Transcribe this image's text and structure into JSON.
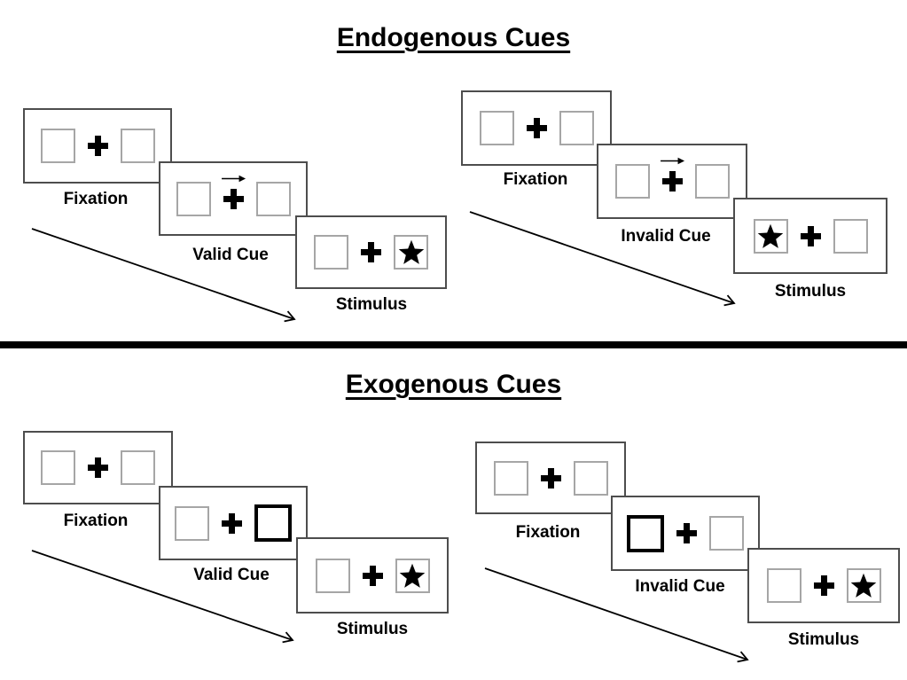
{
  "colors": {
    "background": "#ffffff",
    "panel_border": "#4d4d4d",
    "square_border": "#a6a6a6",
    "ink": "#000000"
  },
  "icons": {
    "fixation_cross": "bold-plus",
    "cue_arrow": "right-arrow",
    "stimulus_star": "black-star"
  },
  "sections": [
    {
      "title": "Endogenous Cues",
      "sequences": [
        {
          "name": "valid",
          "cue_type": "central-arrow-right",
          "panels": [
            {
              "label": "Fixation",
              "content": "two-empty-squares-plus"
            },
            {
              "label": "Valid Cue",
              "content": "arrow-above-plus"
            },
            {
              "label": "Stimulus",
              "content": "star-right-square"
            }
          ]
        },
        {
          "name": "invalid",
          "cue_type": "central-arrow-right",
          "panels": [
            {
              "label": "Fixation",
              "content": "two-empty-squares-plus"
            },
            {
              "label": "Invalid Cue",
              "content": "arrow-above-plus"
            },
            {
              "label": "Stimulus",
              "content": "star-left-square"
            }
          ]
        }
      ]
    },
    {
      "title": "Exogenous Cues",
      "sequences": [
        {
          "name": "valid",
          "cue_type": "peripheral-bold-box-right",
          "panels": [
            {
              "label": "Fixation",
              "content": "two-empty-squares-plus"
            },
            {
              "label": "Valid Cue",
              "content": "bold-right-square"
            },
            {
              "label": "Stimulus",
              "content": "star-right-square"
            }
          ]
        },
        {
          "name": "invalid",
          "cue_type": "peripheral-bold-box-left",
          "panels": [
            {
              "label": "Fixation",
              "content": "two-empty-squares-plus"
            },
            {
              "label": "Invalid Cue",
              "content": "bold-left-square"
            },
            {
              "label": "Stimulus",
              "content": "star-right-square"
            }
          ]
        }
      ]
    }
  ]
}
